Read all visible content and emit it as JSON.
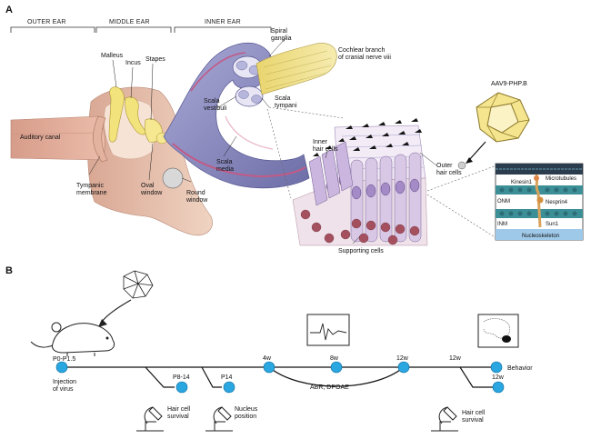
{
  "panels": {
    "a": "A",
    "b": "B"
  },
  "regions": {
    "outer": "OUTER EAR",
    "middle": "MIDDLE EAR",
    "inner": "INNER EAR"
  },
  "anatomy": {
    "malleus": "Malleus",
    "incus": "Incus",
    "stapes": "Stapes",
    "auditory_canal": "Auditory canal",
    "tympanic_1": "Tympanic",
    "tympanic_2": "membrane",
    "oval_1": "Oval",
    "oval_2": "window",
    "round_1": "Round",
    "round_2": "window",
    "spiral_1": "Spiral",
    "spiral_2": "ganglia",
    "cochlear_1": "Cochlear branch",
    "cochlear_2": "of cranial nerve viii",
    "vest_1": "Scala",
    "vest_2": "vestibuli",
    "tymp_1": "Scala",
    "tymp_2": "tympani",
    "media_1": "Scala",
    "media_2": "media"
  },
  "cells": {
    "inner_1": "Inner",
    "inner_2": "hair cells",
    "outer_1": "Outer",
    "outer_2": "hair cells",
    "supporting": "Supporting cells"
  },
  "vector": "AAV9-PHP.B",
  "inset": {
    "microtubules": "Microtubules",
    "kinesin": "Kinesin1",
    "onm": "ONM",
    "nesprin": "Nesprin4",
    "inm": "INM",
    "sun": "Sun1",
    "nucleoskeleton": "Nucleoskeleton"
  },
  "timeline": {
    "p0": "P0-P1.5",
    "injection_1": "Injection",
    "injection_2": "of virus",
    "p8": "P8-14",
    "p14": "P14",
    "hc_survival_1": "Hair cell",
    "hc_survival_2": "survival",
    "nucleus_1": "Nucleus",
    "nucleus_2": "position",
    "w4": "4w",
    "w8": "8w",
    "w12a": "12w",
    "w12b": "12w",
    "w12c": "12w",
    "abr": "ABR, DPOAE",
    "behavior": "Behavior",
    "hc_survival2_1": "Hair cell",
    "hc_survival2_2": "survival"
  },
  "colors": {
    "node": "#2aa6e0",
    "cochlea": "#8f8fc4",
    "nerve": "#efe08a",
    "skin": "#e8c4b0",
    "bone": "#f1e07a",
    "cell_purple": "#b9a3d6",
    "cell_pink": "#f0d8de",
    "nucleus": "#a4505e"
  }
}
